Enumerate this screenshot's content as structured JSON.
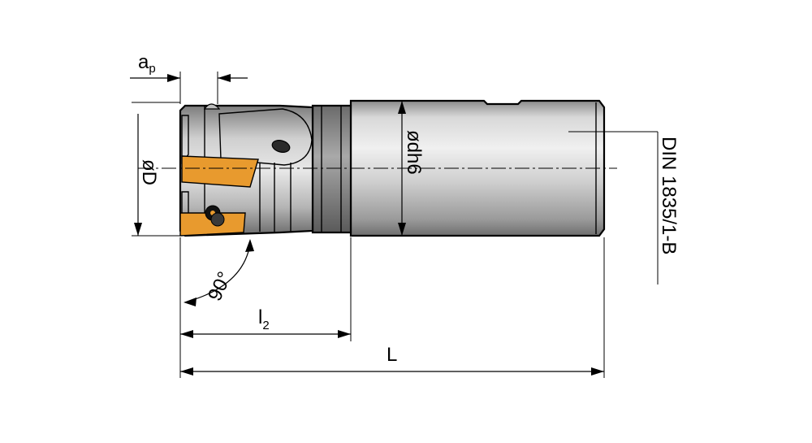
{
  "diagram": {
    "standard_label": "DIN  1835/1-B",
    "labels": {
      "ap_main": "a",
      "ap_sub": "p",
      "diameter_D": "øD",
      "shank_diameter": "ødh6",
      "angle": "90°",
      "l2_main": "l",
      "l2_sub": "2",
      "length_L": "L"
    },
    "colors": {
      "insert": "#E89A2E",
      "body_light": "#E6E6E6",
      "body_dark": "#8C8C8C",
      "line": "#000000"
    }
  }
}
